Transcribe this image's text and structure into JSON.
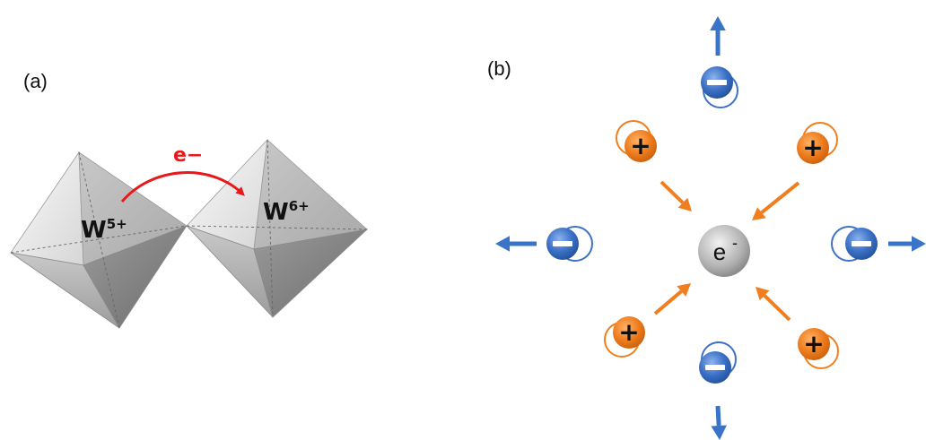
{
  "panel_a": {
    "label": "(a)",
    "left_ion": {
      "symbol": "W",
      "charge": "5+"
    },
    "right_ion": {
      "symbol": "W",
      "charge": "6+"
    },
    "transfer_label": "e−"
  },
  "panel_b": {
    "label": "(b)",
    "center_label": "e",
    "center_sup": "-",
    "plus_symbol": "+",
    "minus_symbol": "−",
    "colors": {
      "positive": "#f07e1f",
      "negative": "#3d72c7",
      "arrow_blue": "#3a74c9",
      "arrow_orange": "#f07e1f",
      "center": "#9a9a9a",
      "transfer": "#e8181b"
    }
  }
}
